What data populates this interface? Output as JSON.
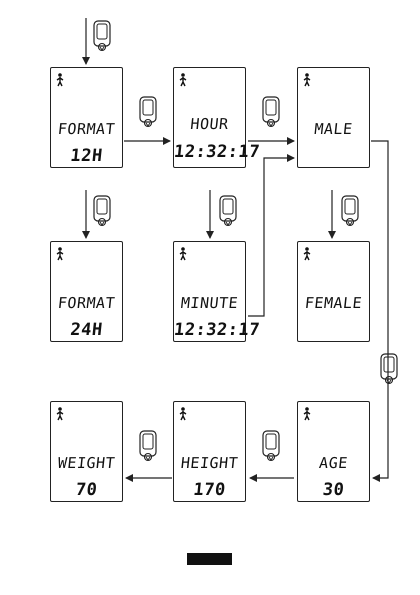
{
  "screens": {
    "format_12h": {
      "line1": "FORMAT",
      "line2": "12H"
    },
    "hour": {
      "line1": "HOUR",
      "line2": "12:32:17"
    },
    "male": {
      "line1": "MALE",
      "line2": ""
    },
    "format_24h": {
      "line1": "FORMAT",
      "line2": "24H"
    },
    "minute": {
      "line1": "MINUTE",
      "line2": "12:32:17"
    },
    "female": {
      "line1": "FEMALE",
      "line2": ""
    },
    "weight": {
      "line1": "WEIGHT",
      "line2": "70"
    },
    "height": {
      "line1": "HEIGHT",
      "line2": "170"
    },
    "age": {
      "line1": "AGE",
      "line2": "30"
    }
  },
  "icons": {
    "watch_button": "watch-button-icon",
    "runner": "runner-icon"
  },
  "colors": {
    "line": "#222222",
    "background": "#ffffff"
  }
}
